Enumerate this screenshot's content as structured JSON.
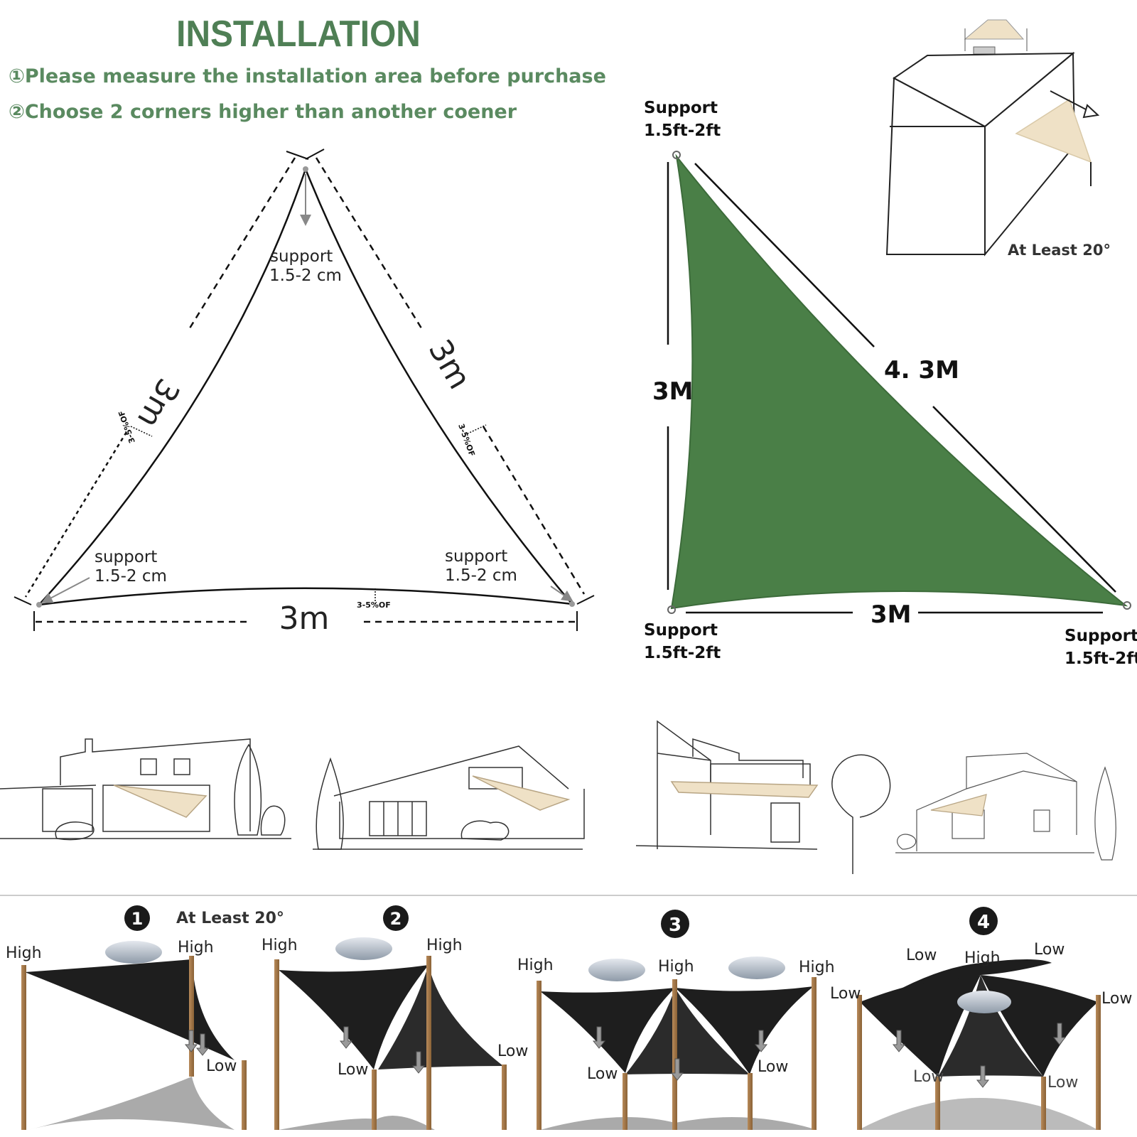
{
  "header": {
    "title": "INSTALLATION",
    "step1": "①Please measure the installation area before purchase",
    "step2": "②Choose 2 corners higher than another coener"
  },
  "left_diagram": {
    "side_left": "3m",
    "side_right": "3m",
    "side_bottom": "3m",
    "support_label": "support",
    "support_size": "1.5-2 cm",
    "sag_note": "3-5%OF"
  },
  "right_diagram": {
    "side_vertical": "3M",
    "side_hypotenuse": "4. 3M",
    "side_bottom": "3M",
    "support_label": "Support",
    "support_size": "1.5ft-2ft",
    "sail_color": "#4a7f47"
  },
  "inset": {
    "angle_note": "At Least 20°"
  },
  "bottom_panels": {
    "angle_note": "At Least 20°",
    "high": "High",
    "low": "Low",
    "numbers": [
      "1",
      "2",
      "3",
      "4"
    ],
    "sail_color": "#1e1e1e"
  }
}
